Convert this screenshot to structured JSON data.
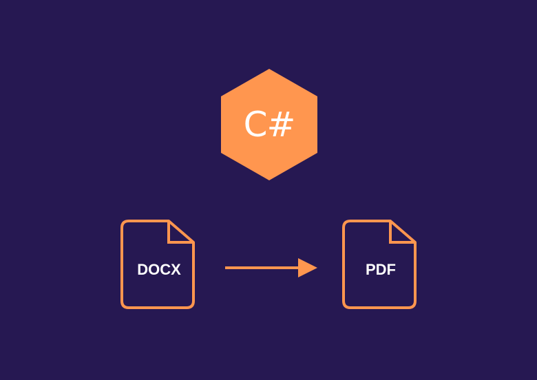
{
  "colors": {
    "background": "#261852",
    "accent": "#FF964F",
    "text": "#FFFFFF"
  },
  "language_badge": {
    "shape": "hexagon",
    "label": "C#"
  },
  "source_file": {
    "icon": "file-icon",
    "label": "DOCX"
  },
  "conversion_arrow": {
    "icon": "arrow-right-icon",
    "direction": "right"
  },
  "target_file": {
    "icon": "file-icon",
    "label": "PDF"
  }
}
